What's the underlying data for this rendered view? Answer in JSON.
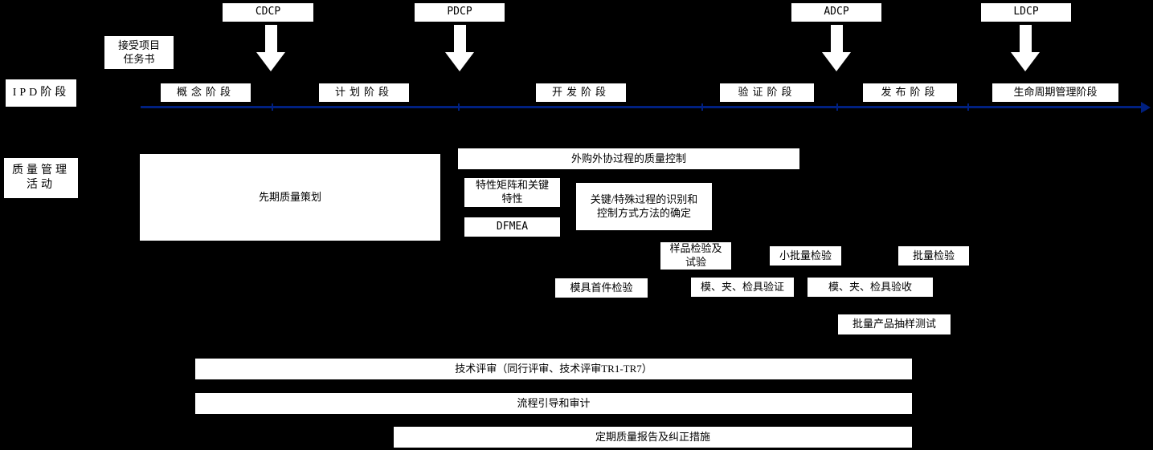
{
  "decision_points": [
    {
      "label": "CDCP"
    },
    {
      "label": "PDCP"
    },
    {
      "label": "ADCP"
    },
    {
      "label": "LDCP"
    }
  ],
  "left_labels": {
    "task_assignment": "接受项目\n任务书",
    "ipd_stage": "IPD阶段",
    "quality_management": "质量管理\n活动"
  },
  "stages": [
    {
      "label": "概念阶段"
    },
    {
      "label": "计划阶段"
    },
    {
      "label": "开发阶段"
    },
    {
      "label": "验证阶段"
    },
    {
      "label": "发布阶段"
    },
    {
      "label": "生命周期管理阶段"
    }
  ],
  "activities": {
    "advance_quality_planning": "先期质量策划",
    "outsourcing_quality_control": "外购外协过程的质量控制",
    "characteristic_matrix": "特性矩阵和关键\n特性",
    "key_special_process": "关键/特殊过程的识别和\n控制方式方法的确定",
    "dfmea": "DFMEA",
    "sample_inspection": "样品检验及\n试验",
    "small_batch_inspection": "小批量检验",
    "batch_inspection": "批量检验",
    "mold_first_article_inspection": "模具首件检验",
    "mold_fixture_gauge_verification": "模、夹、检具验证",
    "mold_fixture_gauge_acceptance": "模、夹、检具验收",
    "batch_product_sampling_test": "批量产品抽样测试",
    "technical_review": "技术评审（同行评审、技术评审TR1-TR7）",
    "process_guidance_audit": "流程引导和审计",
    "periodic_quality_report": "定期质量报告及纠正措施"
  },
  "colors": {
    "background": "#000000",
    "box_background": "#ffffff",
    "box_text": "#000000",
    "timeline": "#002080",
    "arrow": "#ffffff"
  }
}
